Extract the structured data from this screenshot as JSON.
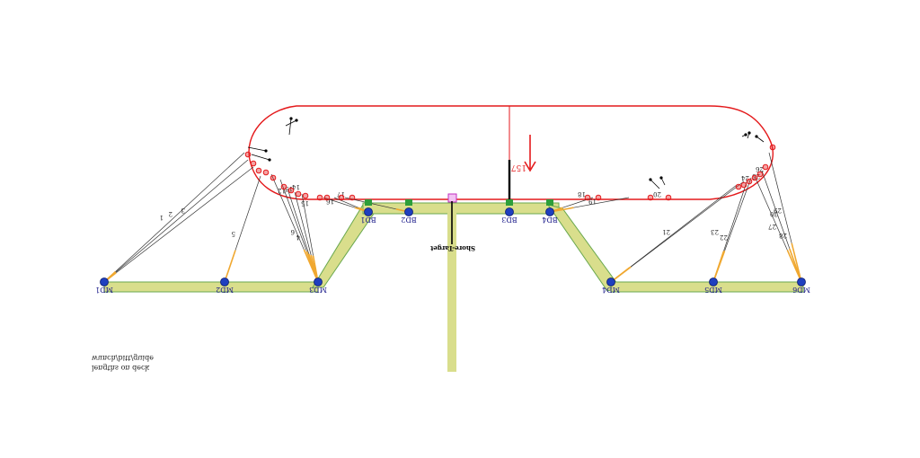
{
  "diagram": {
    "colors": {
      "vessel_outline": "#e41a1c",
      "quay": "#d9de8c",
      "quay_edge": "#6aa84f",
      "bollard": "#1f3fbf",
      "fender": "#2e9e3a",
      "mooring_line": "#333333",
      "line_tail": "#f0a830",
      "target": "#e070e0",
      "arrow": "#e41a1c"
    },
    "bollards": [
      {
        "id": "MD1",
        "label": "MD1"
      },
      {
        "id": "MD2",
        "label": "MD2"
      },
      {
        "id": "MD3",
        "label": "MD3"
      },
      {
        "id": "BD1",
        "label": "BD1"
      },
      {
        "id": "BD2",
        "label": "BD2"
      },
      {
        "id": "BD3",
        "label": "BD3"
      },
      {
        "id": "BD4",
        "label": "BD4"
      },
      {
        "id": "MD4",
        "label": "MD4"
      },
      {
        "id": "MD5",
        "label": "MD5"
      },
      {
        "id": "MD6",
        "label": "MD6"
      }
    ],
    "target_label": "Shore-Target",
    "heading_label": "157",
    "line_labels": [
      "1",
      "2",
      "3",
      "4",
      "5",
      "6",
      "12",
      "13",
      "14",
      "15",
      "16",
      "17",
      "18",
      "19",
      "20",
      "21",
      "22",
      "23",
      "24",
      "25",
      "26",
      "27",
      "28",
      "29",
      "30"
    ],
    "legend": [
      "wunch/bitt/guide",
      "lengths on deck"
    ]
  }
}
